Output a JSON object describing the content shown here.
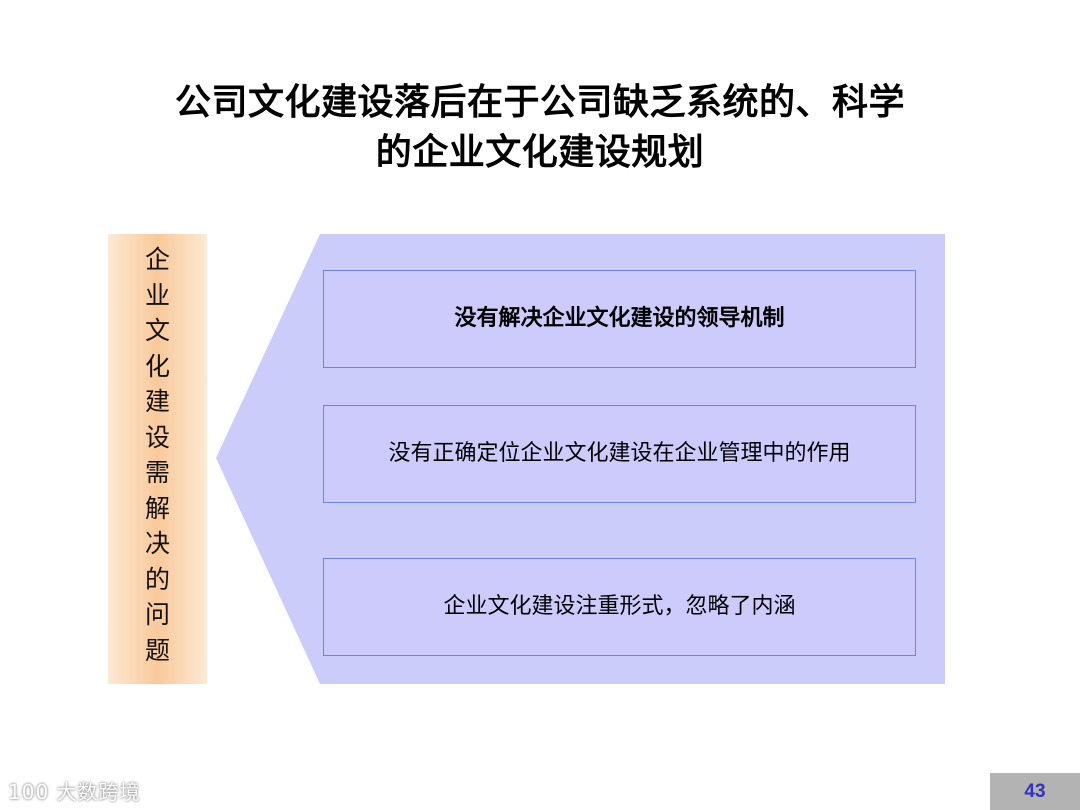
{
  "slide": {
    "title": "公司文化建设落后在于公司缺乏系统的、科学\n的企业文化建设规划",
    "title_lines": [
      "公司文化建设落后在于公司缺乏系统的、科学",
      "的企业文化建设规划"
    ],
    "side_label": "企\n业\n文\n化\n建\n设\n需\n解\n决\n的\n问\n题",
    "items": [
      {
        "text": "没有解决企业文化建设的领导机制"
      },
      {
        "text": "没有正确定位企业文化建设在企业管理中的作用"
      },
      {
        "text": "企业文化建设注重形式，忽略了内涵"
      }
    ],
    "page_number": "43"
  },
  "watermark": {
    "text": "100 大数跨境"
  },
  "colors": {
    "panel_fill": "#ccccfb",
    "box_border": "#6a84e0",
    "side_bar_center": "#f9c99a",
    "side_bar_edge": "#fde9d4",
    "page_box": "#b3b3b3",
    "page_text": "#3333bb"
  }
}
